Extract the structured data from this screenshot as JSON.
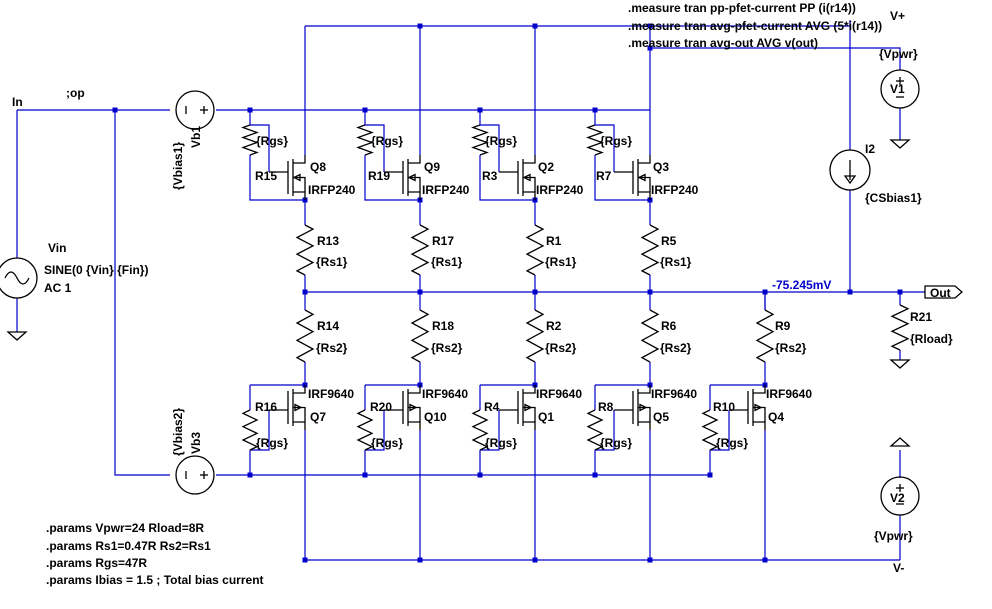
{
  "directives": {
    "op": ";op",
    "measures": [
      ".measure tran pp-pfet-current PP  (i(r14))",
      ".measure tran avg-pfet-current AVG (5*i(r14))",
      ".measure tran avg-out AVG v(out)"
    ],
    "params": [
      ".params Vpwr=24 Rload=8R",
      ".params Rs1=0.47R Rs2=Rs1",
      ".params Rgs=47R",
      ".params Ibias = 1.5 ; Total bias current"
    ]
  },
  "nets": {
    "in": "In",
    "out": "Out",
    "vplus": "V+",
    "vminus": "V-",
    "out_voltage": "-75.245mV"
  },
  "sources": {
    "vin": {
      "name": "Vin",
      "value": "SINE(0 {Vin} {Fin})",
      "ac": "AC 1"
    },
    "vb1": {
      "name": "Vb1",
      "value": "{Vbias1}"
    },
    "vb3": {
      "name": "Vb3",
      "value": "{Vbias2}"
    },
    "v1": {
      "name": "V1",
      "value": "{Vpwr}"
    },
    "v2": {
      "name": "V2",
      "value": "{Vpwr}"
    },
    "i2": {
      "name": "I2",
      "value": "{CSbias1}"
    },
    "r21": {
      "name": "R21",
      "value": "{Rload}"
    }
  },
  "nfets": [
    {
      "q": "Q8",
      "part": "IRFP240",
      "rg": "R15",
      "rgv": "{Rgs}",
      "rs": "R13",
      "rsv": "{Rs1}"
    },
    {
      "q": "Q9",
      "part": "IRFP240",
      "rg": "R19",
      "rgv": "{Rgs}",
      "rs": "R17",
      "rsv": "{Rs1}"
    },
    {
      "q": "Q2",
      "part": "IRFP240",
      "rg": "R3",
      "rgv": "{Rgs}",
      "rs": "R1",
      "rsv": "{Rs1}"
    },
    {
      "q": "Q3",
      "part": "IRFP240",
      "rg": "R7",
      "rgv": "{Rgs}",
      "rs": "R5",
      "rsv": "{Rs1}"
    }
  ],
  "pfets": [
    {
      "q": "Q7",
      "part": "IRF9640",
      "rg": "R16",
      "rgv": "{Rgs}",
      "rs": "R14",
      "rsv": "{Rs2}"
    },
    {
      "q": "Q10",
      "part": "IRF9640",
      "rg": "R20",
      "rgv": "{Rgs}",
      "rs": "R18",
      "rsv": "{Rs2}"
    },
    {
      "q": "Q1",
      "part": "IRF9640",
      "rg": "R4",
      "rgv": "{Rgs}",
      "rs": "R2",
      "rsv": "{Rs2}"
    },
    {
      "q": "Q5",
      "part": "IRF9640",
      "rg": "R8",
      "rgv": "{Rgs}",
      "rs": "R6",
      "rsv": "{Rs2}"
    },
    {
      "q": "Q4",
      "part": "IRF9640",
      "rg": "R10",
      "rgv": "{Rgs}",
      "rs": "R9",
      "rsv": "{Rs2}"
    }
  ]
}
